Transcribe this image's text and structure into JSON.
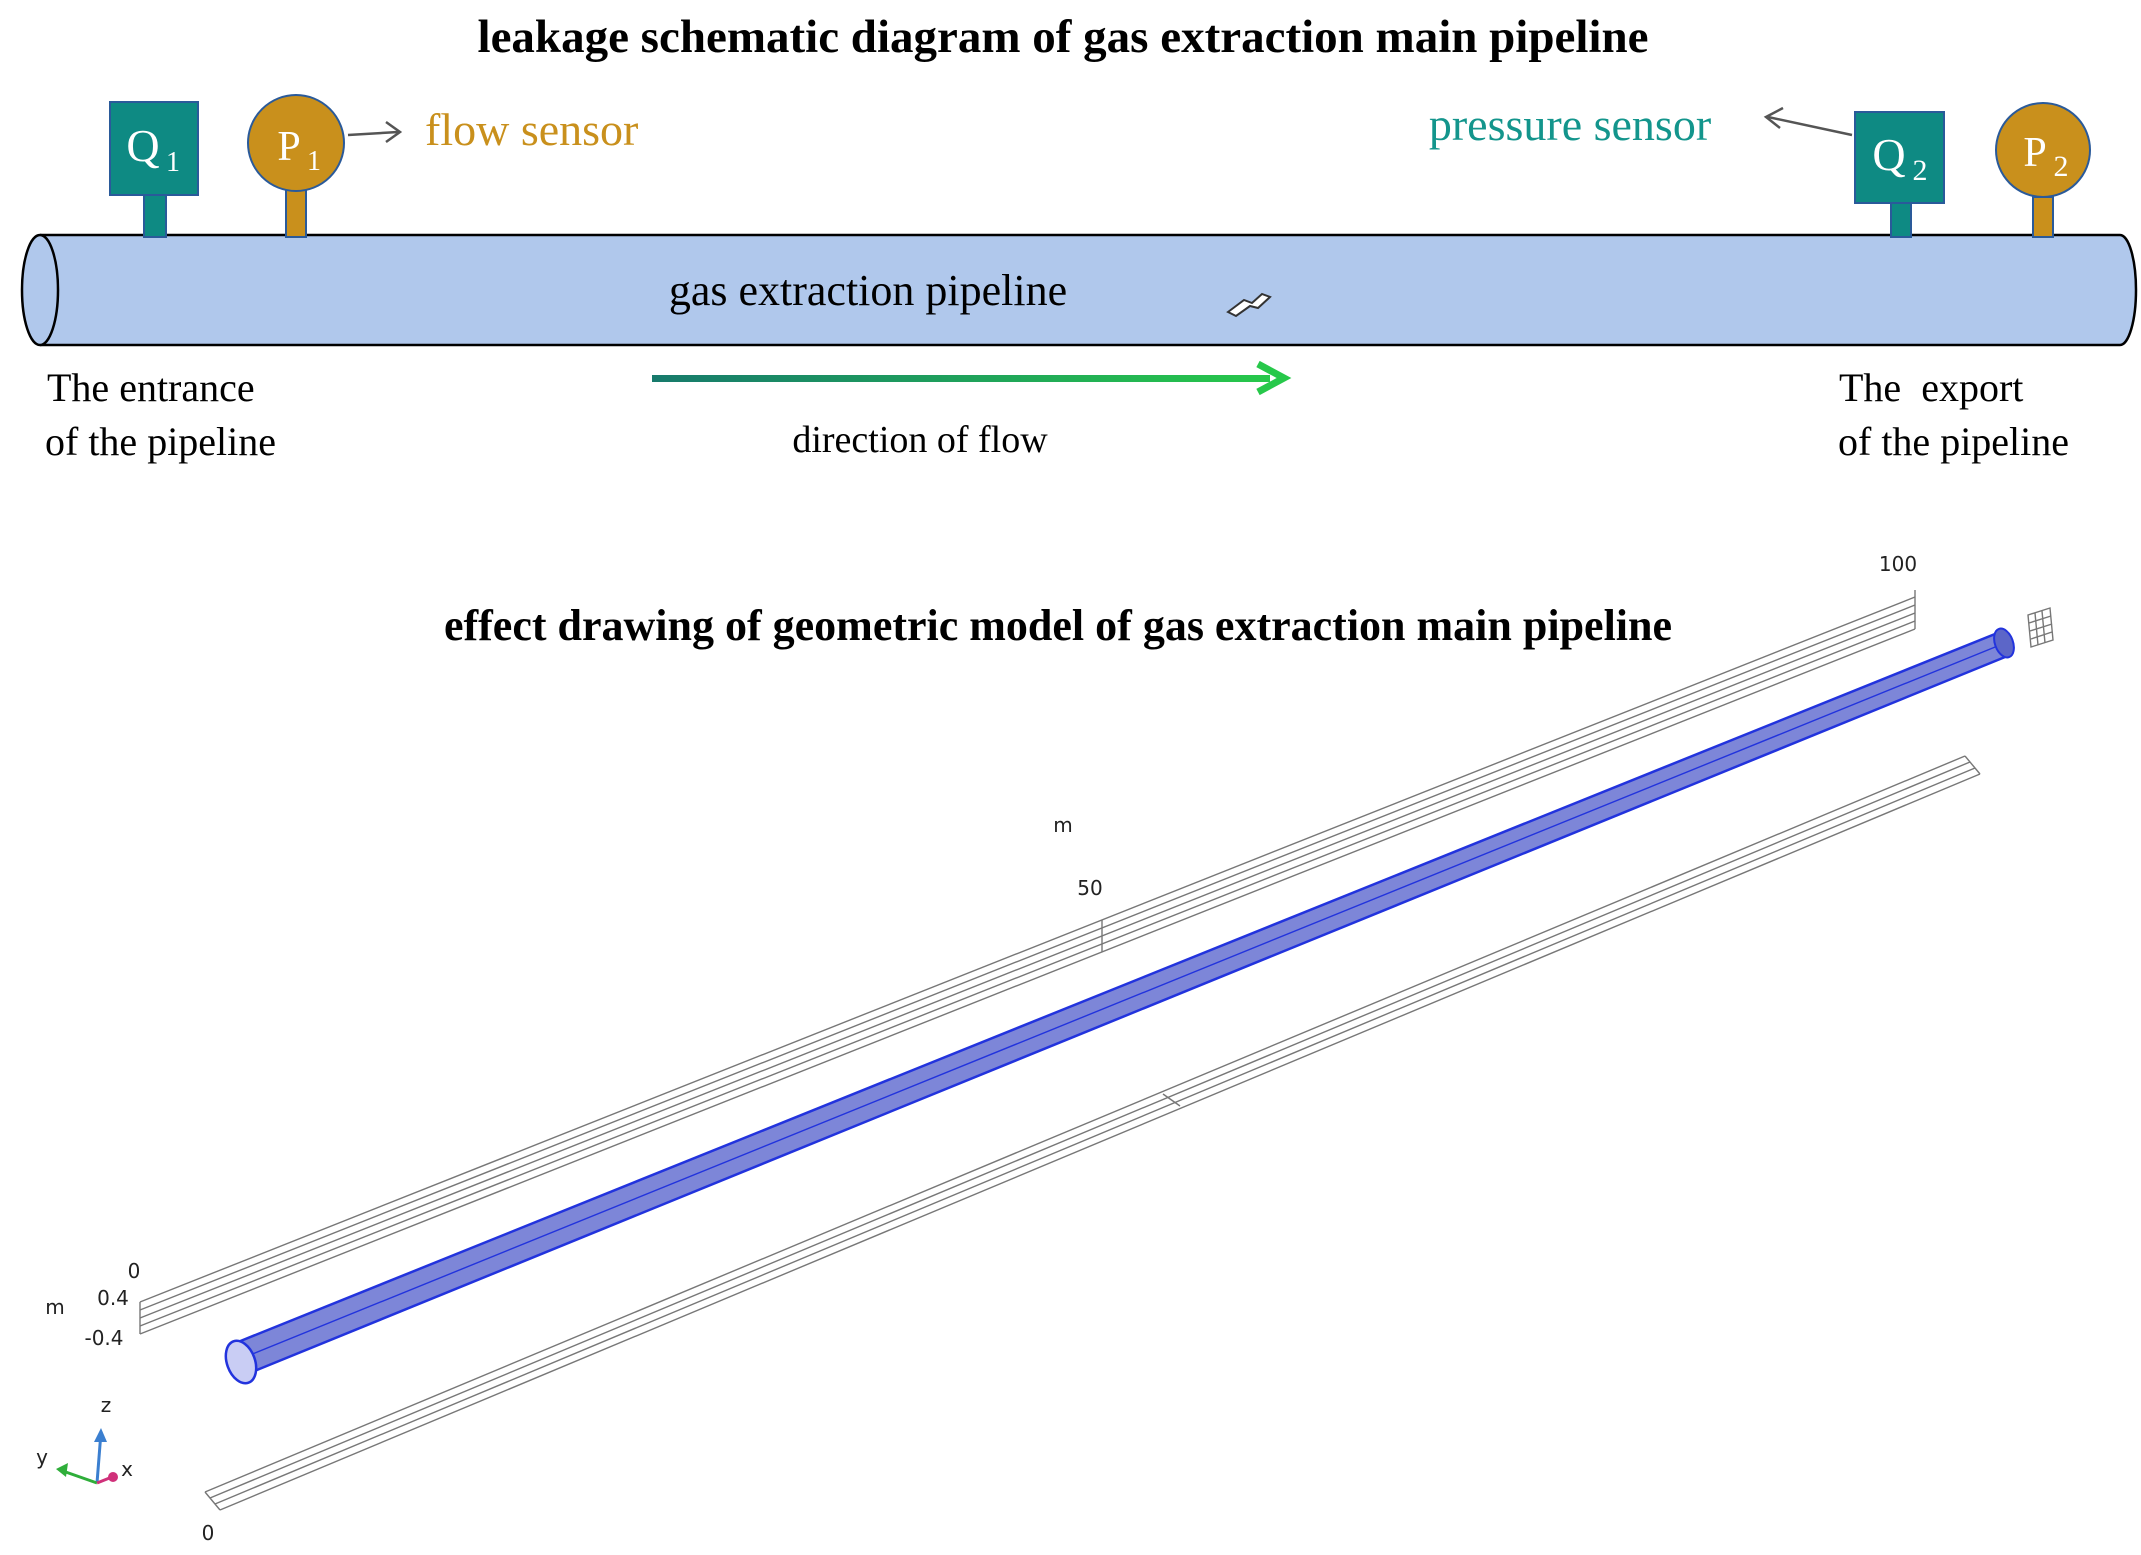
{
  "schematic": {
    "title": "leakage schematic diagram of gas extraction main pipeline",
    "sensor_q1": {
      "letter": "Q",
      "subscript": "1"
    },
    "sensor_p1": {
      "letter": "P",
      "subscript": "1"
    },
    "sensor_q2": {
      "letter": "Q",
      "subscript": "2"
    },
    "sensor_p2": {
      "letter": "P",
      "subscript": "2"
    },
    "flow_sensor_label": "flow sensor",
    "pressure_sensor_label": "pressure sensor",
    "pipeline_label": "gas extraction pipeline",
    "entrance_label_line1": "The entrance",
    "entrance_label_line2": "of the pipeline",
    "export_label_line1": "The  export",
    "export_label_line2": "of the pipeline",
    "flow_direction_label": "direction of flow",
    "colors": {
      "flow_sensor_box": "#0e8a83",
      "pressure_sensor_circle": "#c9901c",
      "pipe_fill": "#b0c8ec",
      "flow_sensor_text": "#c9901c",
      "pressure_sensor_text": "#13958c",
      "arrow_start": "#177a6c",
      "arrow_end": "#27c84a"
    }
  },
  "model": {
    "title": "effect drawing of geometric model of gas extraction main pipeline",
    "axis_tick_100": "100",
    "axis_tick_50": "50",
    "axis_unit_top": "m",
    "axis_tick_0_top": "0",
    "axis_tick_04": "0.4",
    "axis_tick_neg04": "-0.4",
    "axis_unit_left": "m",
    "axis_tick_0_bottom": "0",
    "triad": {
      "z": "z",
      "y": "y",
      "x": "x"
    },
    "colors": {
      "pipe_body": "#7d86d8",
      "pipe_edge": "#2233dd",
      "pipe_end": "#c9cdf4",
      "grid_line": "#777777"
    }
  }
}
